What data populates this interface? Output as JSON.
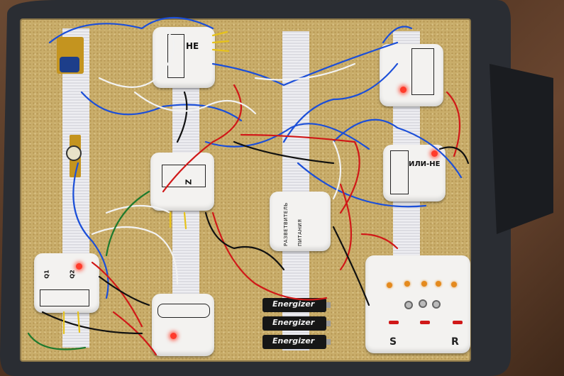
{
  "scene": {
    "description_labels": {
      "not_gate": "НЕ",
      "nor_gate": "ИЛИ-НЕ",
      "power_splitter_line1": "РАЗВЕТВИТЕЛЬ",
      "power_splitter_line2": "ПИТАНИЯ",
      "switch_s": "S",
      "switch_r": "R",
      "battery_brand": "Energizer",
      "module_q1": "Q1",
      "module_q2": "Q2",
      "module_z": "Z"
    },
    "colors": {
      "board": "#c9ad6a",
      "module": "#f3f2f0",
      "led_red": "#ff3b2b",
      "led_amber": "#e48a1e",
      "wire_blue": "#1c4fd8",
      "wire_red": "#d01818",
      "wire_black": "#111111",
      "wire_white": "#f2f2f2",
      "wire_green": "#1e7a2e",
      "wire_yellow": "#e6c21a"
    }
  }
}
